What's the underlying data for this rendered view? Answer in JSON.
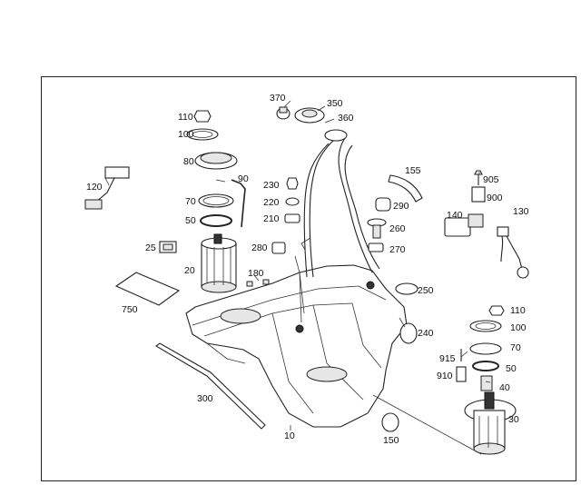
{
  "diagram": {
    "callouts": [
      {
        "id": "370",
        "text": "370"
      },
      {
        "id": "350",
        "text": "350"
      },
      {
        "id": "360",
        "text": "360"
      },
      {
        "id": "110a",
        "text": "110"
      },
      {
        "id": "100a",
        "text": "100"
      },
      {
        "id": "80a",
        "text": "80"
      },
      {
        "id": "90",
        "text": "90"
      },
      {
        "id": "155",
        "text": "155"
      },
      {
        "id": "905",
        "text": "905"
      },
      {
        "id": "900",
        "text": "900"
      },
      {
        "id": "120",
        "text": "120"
      },
      {
        "id": "230",
        "text": "230"
      },
      {
        "id": "220",
        "text": "220"
      },
      {
        "id": "210",
        "text": "210"
      },
      {
        "id": "290",
        "text": "290"
      },
      {
        "id": "70a",
        "text": "70"
      },
      {
        "id": "50a",
        "text": "50"
      },
      {
        "id": "260",
        "text": "260"
      },
      {
        "id": "140",
        "text": "140"
      },
      {
        "id": "130",
        "text": "130"
      },
      {
        "id": "25",
        "text": "25"
      },
      {
        "id": "280",
        "text": "280"
      },
      {
        "id": "270",
        "text": "270"
      },
      {
        "id": "20",
        "text": "20"
      },
      {
        "id": "180",
        "text": "180"
      },
      {
        "id": "250",
        "text": "250"
      },
      {
        "id": "750",
        "text": "750"
      },
      {
        "id": "110b",
        "text": "110"
      },
      {
        "id": "100b",
        "text": "100"
      },
      {
        "id": "240",
        "text": "240"
      },
      {
        "id": "70b",
        "text": "70"
      },
      {
        "id": "915",
        "text": "915"
      },
      {
        "id": "50b",
        "text": "50"
      },
      {
        "id": "910",
        "text": "910"
      },
      {
        "id": "40",
        "text": "40"
      },
      {
        "id": "300",
        "text": "300"
      },
      {
        "id": "30",
        "text": "30"
      },
      {
        "id": "10",
        "text": "10"
      },
      {
        "id": "150",
        "text": "150"
      }
    ]
  }
}
